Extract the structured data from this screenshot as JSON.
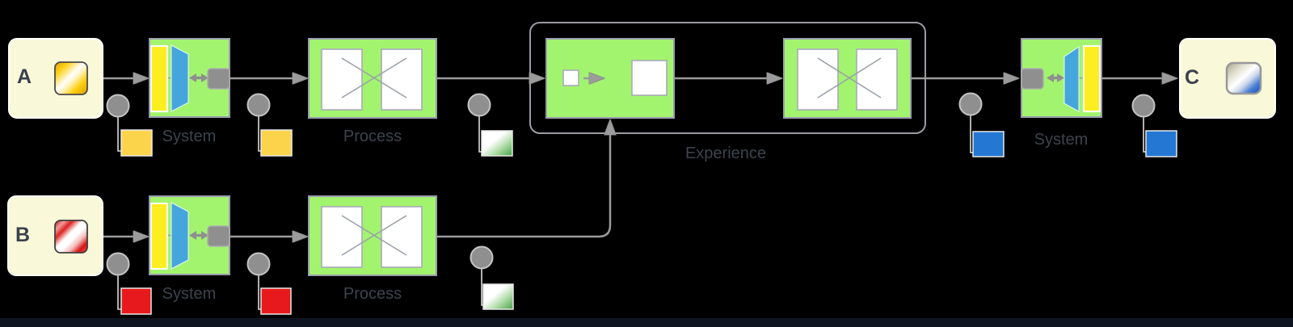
{
  "nodes": {
    "a": {
      "label": "A"
    },
    "b": {
      "label": "B"
    },
    "c": {
      "label": "C"
    }
  },
  "boxes": {
    "system_top": {
      "label": "System"
    },
    "system_bottom": {
      "label": "System"
    },
    "system_right": {
      "label": "System"
    },
    "process_top": {
      "label": "Process"
    },
    "process_bottom": {
      "label": "Process"
    },
    "experience": {
      "label": "Experience"
    }
  },
  "icons": {
    "node_a_icon": "gold-gradient-square",
    "node_b_icon": "red-gradient-square",
    "node_c_icon": "blue-gradient-square",
    "system_icon": "funnel-with-module",
    "process_icon": "cross-dock-boxes",
    "experience_step1_icon": "small-to-large-square-transform",
    "experience_step2_icon": "cross-dock-boxes",
    "junction_icon": "gray-dot",
    "swatches": [
      "yellow",
      "yellow",
      "green-gradient",
      "blue",
      "blue",
      "red",
      "red",
      "green-gradient"
    ]
  },
  "colors": {
    "box_green": "#a2f46f",
    "funnel_yellow": "#fdee21",
    "funnel_blue": "#45a6dd",
    "module_gray": "#8f8f8f",
    "node_cream": "#f9f8d9",
    "swatch_yellow": "#fcd44c",
    "swatch_red": "#e8191c",
    "swatch_blue": "#2478d4",
    "swatch_green": "#44a244",
    "connector_gray": "#9b9b9b",
    "label_text": "#3c434e",
    "canvas_edge": "#0e1520"
  }
}
